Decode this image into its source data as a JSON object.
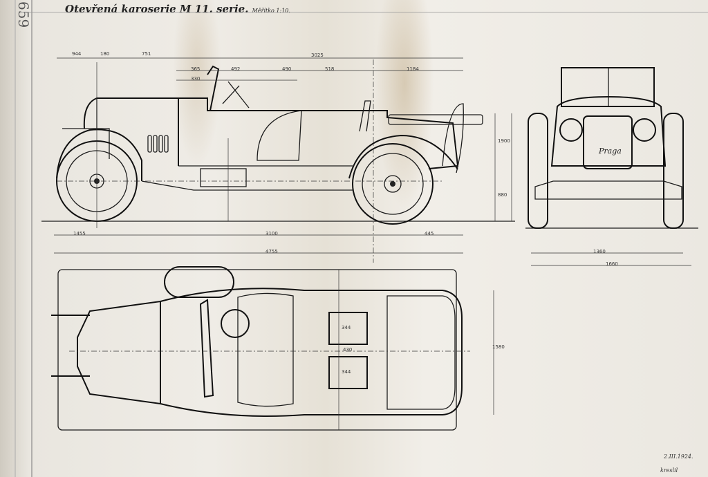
{
  "sheet": {
    "title": "Otevřená karoserie M 11. serie.",
    "title_sub": "Měřítko 1:10.",
    "margin_mark": "659",
    "date_note": "2.III.1924.",
    "sign_note": "kreslil"
  },
  "dimensions": {
    "side_top_1": "944",
    "side_top_2": "180",
    "side_top_3": "751",
    "side_top_total": "3025",
    "side_row2_1": "365",
    "side_row2_2": "492",
    "side_row2_3": "490",
    "side_row2_4": "518",
    "side_row2_5": "1184",
    "side_row3_1": "330",
    "side_height_right": "1900",
    "side_height_lower": "880",
    "side_bottom_1": "1455",
    "side_bottom_2": "3100",
    "side_bottom_3": "445",
    "side_total_length": "4755",
    "front_width_1": "1360",
    "front_width_2": "1660",
    "plan_width": "1580",
    "plan_seat_1": "344",
    "plan_seat_2": "344",
    "plan_mid": "430",
    "brand_script": "Praga"
  },
  "colors": {
    "paper": "#efece6",
    "ink": "#1c1c1c",
    "stain": "#b59a6a"
  }
}
